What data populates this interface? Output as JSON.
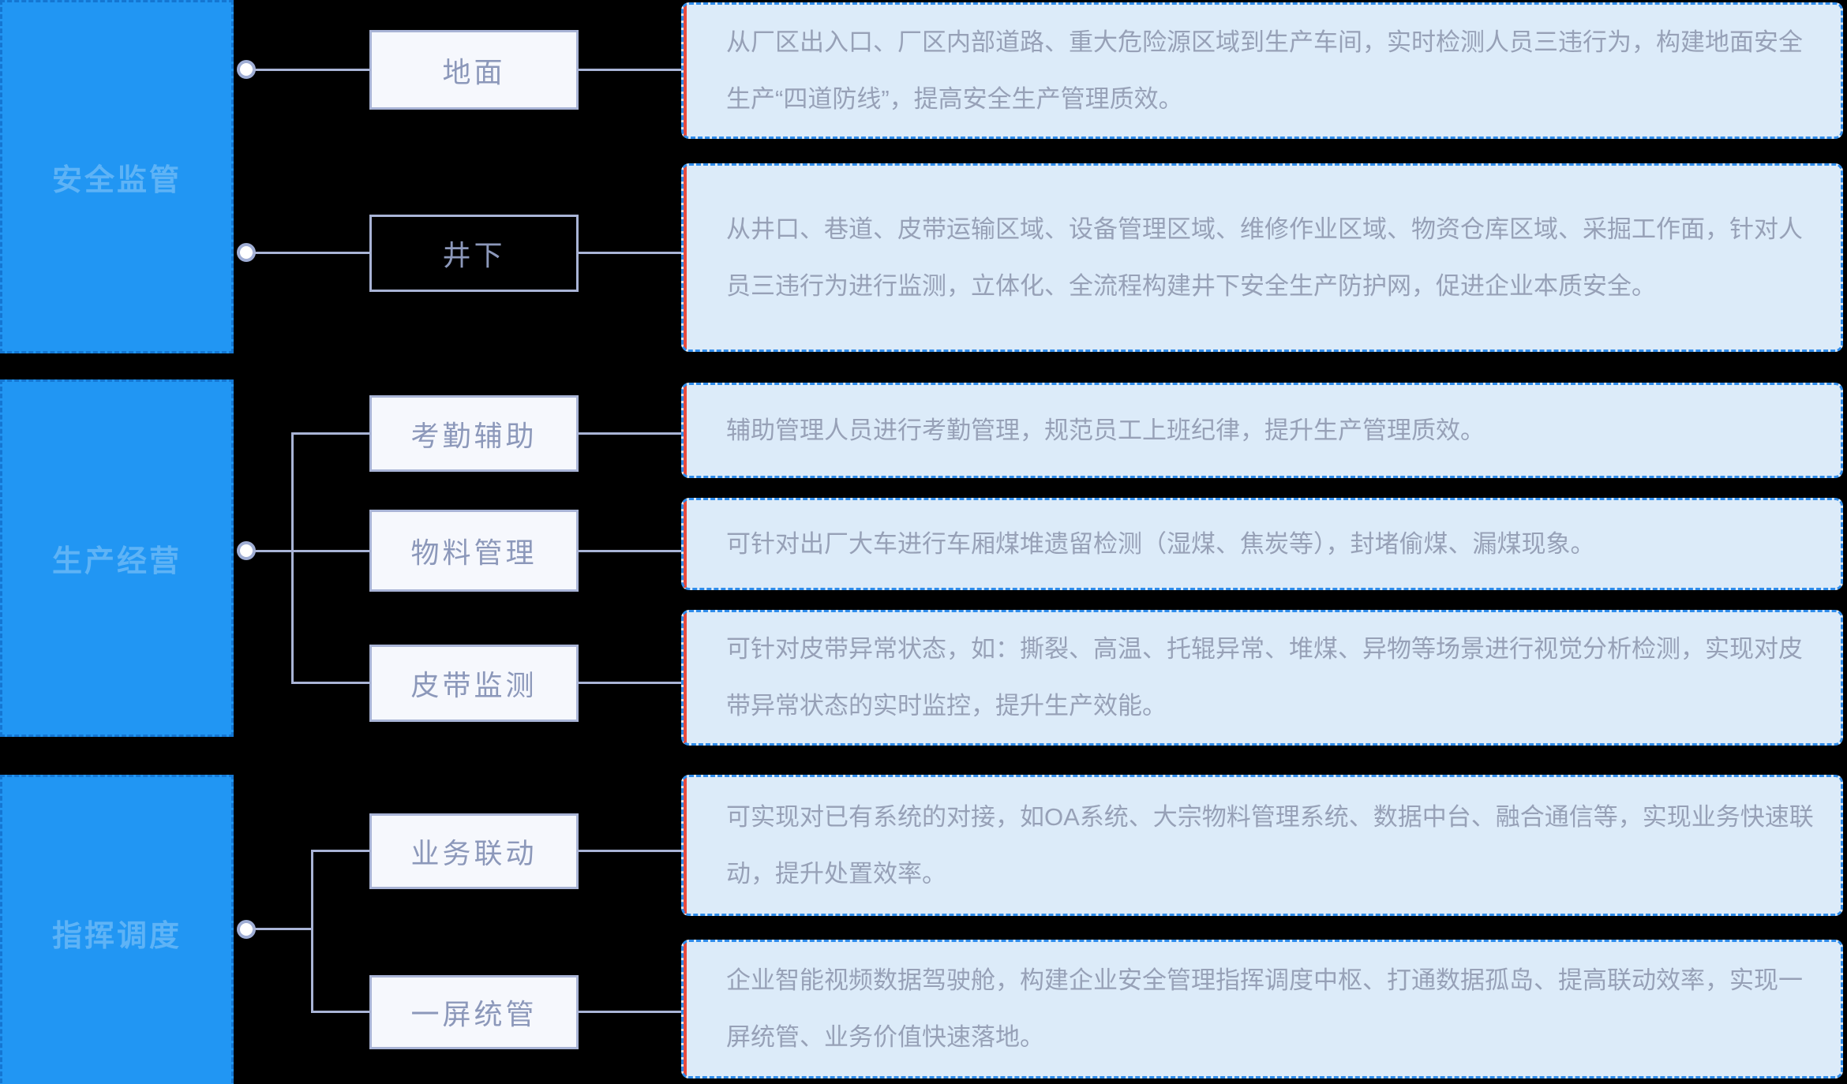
{
  "palette": {
    "background": "#000000",
    "category_fill": "#2196f3",
    "category_dash": "#0b5cb8",
    "label_border": "#a9b4d6",
    "label_fill": "#f6f8fd",
    "label_text": "#8c98ba",
    "desc_fill": "#dcebf9",
    "desc_border": "#2f8ceb",
    "desc_left_accent": "#e8493c",
    "desc_text": "#97a1b7",
    "connector": "#a9b4d6"
  },
  "sections": [
    {
      "label": "安全监管",
      "items": [
        {
          "label": "地面",
          "desc": "从厂区出入口、厂区内部道路、重大危险源区域到生产车间，实时检测人员三违行为，构建地面安全生产“四道防线”，提高安全生产管理质效。"
        },
        {
          "label": "井下",
          "desc": "从井口、巷道、皮带运输区域、设备管理区域、维修作业区域、物资仓库区域、采掘工作面，针对人员三违行为进行监测，立体化、全流程构建井下安全生产防护网，促进企业本质安全。"
        }
      ]
    },
    {
      "label": "生产经营",
      "items": [
        {
          "label": "考勤辅助",
          "desc": "辅助管理人员进行考勤管理，规范员工上班纪律，提升生产管理质效。"
        },
        {
          "label": "物料管理",
          "desc": "可针对出厂大车进行车厢煤堆遗留检测（湿煤、焦炭等），封堵偷煤、漏煤现象。"
        },
        {
          "label": "皮带监测",
          "desc": "可针对皮带异常状态，如：撕裂、高温、托辊异常、堆煤、异物等场景进行视觉分析检测，实现对皮带异常状态的实时监控，提升生产效能。"
        }
      ]
    },
    {
      "label": "指挥调度",
      "items": [
        {
          "label": "业务联动",
          "desc": "可实现对已有系统的对接，如OA系统、大宗物料管理系统、数据中台、融合通信等，实现业务快速联动，提升处置效率。"
        },
        {
          "label": "一屏统管",
          "desc": "企业智能视频数据驾驶舱，构建企业安全管理指挥调度中枢、打通数据孤岛、提高联动效率，实现一屏统管、业务价值快速落地。"
        }
      ]
    }
  ]
}
